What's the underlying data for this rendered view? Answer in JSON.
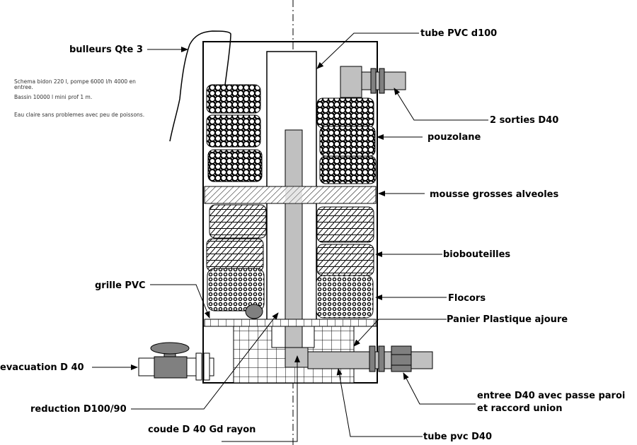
{
  "title": "Schema filtre bidon 220 l",
  "notes": [
    "Schema bidon 220 l, pompe 6000 l/h 4000 en",
    "entree.",
    "Bassin 10000 l mini prof  1 m.",
    "Eau claire sans problemes avec peu de poissons."
  ],
  "labels": {
    "bulleurs": "bulleurs Qte 3",
    "tube_pvc_d100": "tube PVC d100",
    "sorties": "2 sorties D40",
    "pouzolane": "pouzolane",
    "mousse": "mousse grosses alveoles",
    "biobouteilles": "biobouteilles",
    "flocors": "Flocors",
    "panier": "Panier Plastique ajoure",
    "grille": "grille PVC",
    "evacuation": "evacuation D 40",
    "reduction": "reduction D100/90",
    "coude": "coude D 40 Gd rayon",
    "entree_line1": "entree D40 avec passe paroi",
    "entree_line2": "et raccord union",
    "tube_pvc_d40": "tube pvc D40"
  },
  "colors": {
    "pipe_gray": "#c0c0c0",
    "fitting_dark": "#808080",
    "outline": "#000000",
    "background": "#ffffff"
  }
}
